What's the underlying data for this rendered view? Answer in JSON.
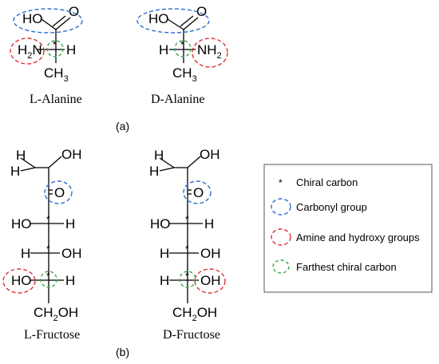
{
  "panels": {
    "a": "(a)",
    "b": "(b)"
  },
  "molecules": {
    "l_alanine": {
      "name": "L-Alanine",
      "carboxyl": "HO",
      "carbonyl_o": "O",
      "left_sub": [
        "H",
        "2",
        "N"
      ],
      "right_sub": "H",
      "bottom": [
        "CH",
        "3"
      ]
    },
    "d_alanine": {
      "name": "D-Alanine",
      "carboxyl": "HO",
      "carbonyl_o": "O",
      "left_sub": "H",
      "right_sub": [
        "NH",
        "2"
      ],
      "bottom": [
        "CH",
        "3"
      ]
    },
    "l_fructose": {
      "name": "L-Fructose",
      "top_h1": "H",
      "top_oh": "OH",
      "top_h2": "H",
      "carbonyl": "O",
      "rows": [
        {
          "left": "HO",
          "right": "H"
        },
        {
          "left": "H",
          "right": "OH"
        },
        {
          "left": "HO",
          "right": "H"
        }
      ],
      "bottom": [
        "CH",
        "2",
        "OH"
      ]
    },
    "d_fructose": {
      "name": "D-Fructose",
      "top_h1": "H",
      "top_oh": "OH",
      "top_h2": "H",
      "carbonyl": "O",
      "rows": [
        {
          "left": "HO",
          "right": "H"
        },
        {
          "left": "H",
          "right": "OH"
        },
        {
          "left": "H",
          "right": "OH"
        }
      ],
      "bottom": [
        "CH",
        "2",
        "OH"
      ]
    }
  },
  "chiral_mark": "*",
  "legend": {
    "items": [
      {
        "label": "Chiral carbon",
        "symbol": "*"
      },
      {
        "label": "Carbonyl group",
        "color": "#2e6fd1"
      },
      {
        "label": "Amine and hydroxy groups",
        "color": "#e03030"
      },
      {
        "label": "Farthest chiral carbon",
        "color": "#3aa84a"
      }
    ]
  }
}
